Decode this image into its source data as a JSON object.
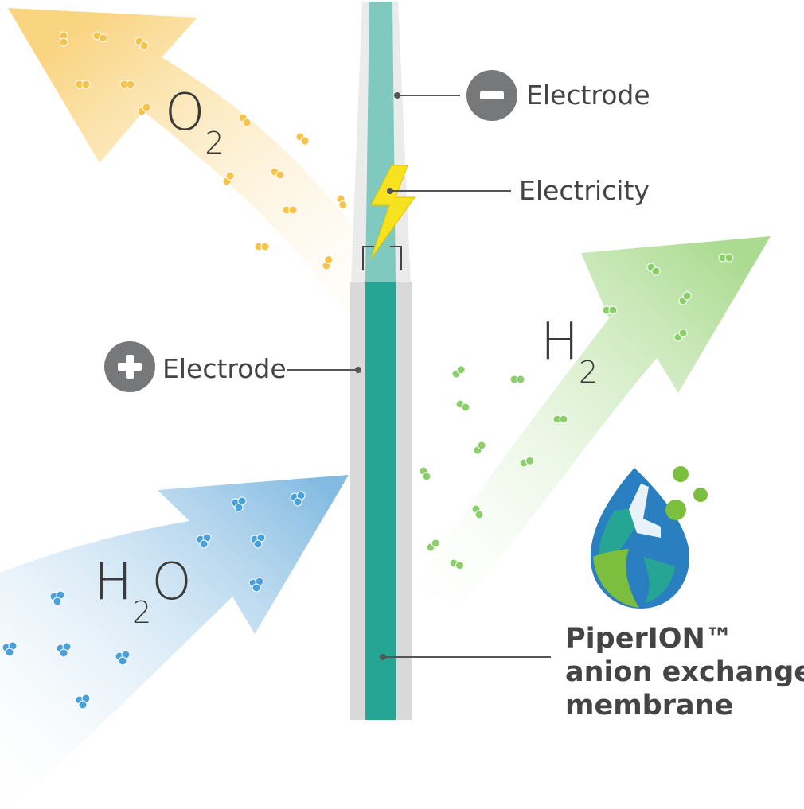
{
  "labels": {
    "negative_electrode": "Electrode",
    "positive_electrode": "Electrode",
    "electricity": "Electricity"
  },
  "molecules": {
    "oxygen": {
      "symbol": "O",
      "subscript": "2"
    },
    "hydrogen": {
      "symbol": "H",
      "subscript": "2"
    },
    "water": {
      "symbol_a": "H",
      "subscript": "2",
      "symbol_b": "O"
    }
  },
  "membrane_label": {
    "line1": "PiperION™",
    "line2": "anion exchange",
    "line3": "membrane"
  },
  "colors": {
    "membrane_teal": "#26a594",
    "membrane_light_teal": "#7fc9bf",
    "electrode_gray": "#d9d9d9",
    "oxygen_yellow": "#f7c34a",
    "hydrogen_green": "#8bcf6a",
    "water_blue": "#4aa0d8",
    "sign_gray": "#77787a",
    "lightning_yellow": "#f6e21f",
    "logo_blue": "#2a7fc1",
    "logo_green": "#7cbf3f"
  }
}
